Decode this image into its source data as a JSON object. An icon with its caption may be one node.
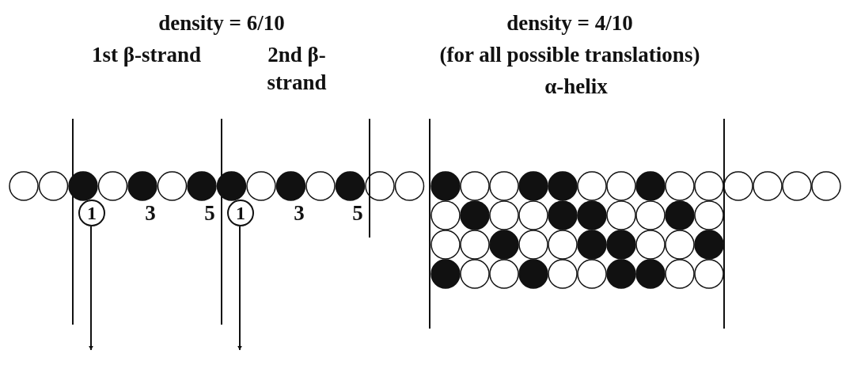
{
  "diagram": {
    "nodes": [
      {
        "text": [
          "1"
        ]
      },
      {
        "text": [
          "1"
        ]
      }
    ],
    "edges": [
      {
        "from": 0,
        "to": null,
        "arrow": "to"
      },
      {
        "from": 1,
        "to": null,
        "arrow": "to"
      }
    ],
    "labels": [
      "density = 6/10",
      "density = 4/10",
      "1st β-strand",
      "2nd β-strand",
      "(for all possible translations)",
      "α-helix",
      "3",
      "5",
      "3",
      "5"
    ]
  }
}
